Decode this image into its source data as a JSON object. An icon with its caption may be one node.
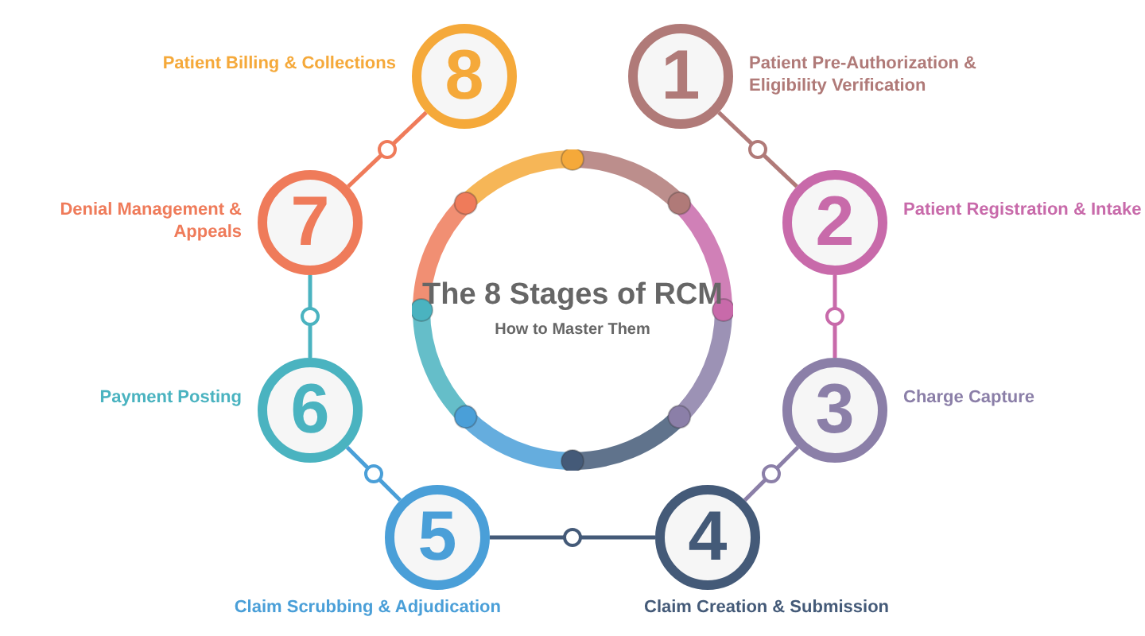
{
  "diagram": {
    "nodes": [
      {
        "text": [
          "The 8 Stages of RCM",
          "How to Master Them"
        ]
      },
      {
        "text": [
          "1"
        ],
        "beside": [
          "Patient Pre-Authorization & Eligibility Verification"
        ]
      },
      {
        "text": [
          "2"
        ],
        "beside": [
          "Patient Registration & Intake"
        ]
      },
      {
        "text": [
          "3"
        ],
        "beside": [
          "Charge Capture"
        ]
      },
      {
        "text": [
          "4"
        ],
        "beside": [
          "Claim Creation & Submission"
        ]
      },
      {
        "text": [
          "5"
        ],
        "beside": [
          "Claim Scrubbing & Adjudication"
        ]
      },
      {
        "text": [
          "6"
        ],
        "beside": [
          "Payment Posting"
        ]
      },
      {
        "text": [
          "7"
        ],
        "beside": [
          "Denial Management & Appeals"
        ]
      },
      {
        "text": [
          "8"
        ],
        "beside": [
          "Patient Billing & Collections"
        ]
      }
    ],
    "edges": [
      {
        "from": 1,
        "to": 2,
        "arrow": "none",
        "color": "#b07a78"
      },
      {
        "from": 2,
        "to": 3,
        "arrow": "none",
        "color": "#c86aaa"
      },
      {
        "from": 3,
        "to": 4,
        "arrow": "none",
        "color": "#8b7fa8"
      },
      {
        "from": 4,
        "to": 5,
        "arrow": "none",
        "color": "#445a78"
      },
      {
        "from": 5,
        "to": 6,
        "arrow": "none",
        "color": "#4a9fd8"
      },
      {
        "from": 6,
        "to": 7,
        "arrow": "none",
        "color": "#4ab3c0"
      },
      {
        "from": 7,
        "to": 8,
        "arrow": "none",
        "color": "#ef7b5a"
      }
    ]
  }
}
